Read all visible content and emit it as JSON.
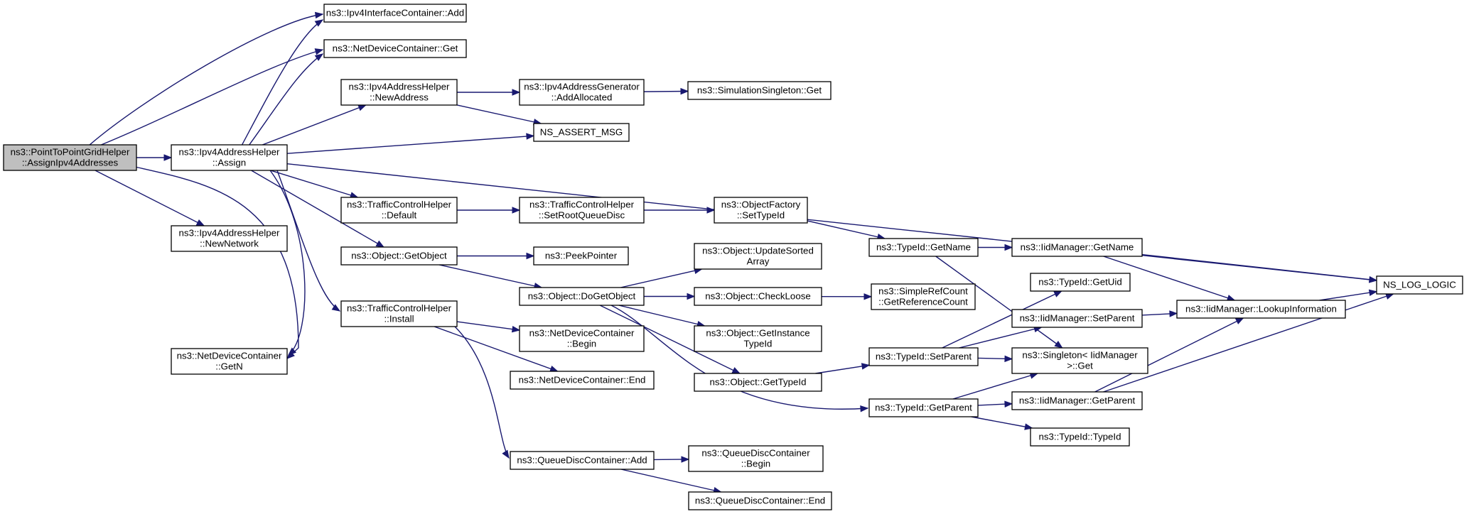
{
  "colors": {
    "edge": "#191970",
    "root_fill": "#bfbfbf",
    "node_fill": "#ffffff",
    "border": "#000000"
  },
  "nodes": [
    {
      "id": "root",
      "lines": [
        "ns3::PointToPointGridHelper",
        "::AssignIpv4Addresses"
      ],
      "root": true
    },
    {
      "id": "assign",
      "lines": [
        "ns3::Ipv4AddressHelper",
        "::Assign"
      ]
    },
    {
      "id": "newnet",
      "lines": [
        "ns3::Ipv4AddressHelper",
        "::NewNetwork"
      ]
    },
    {
      "id": "getn",
      "lines": [
        "ns3::NetDeviceContainer",
        "::GetN"
      ]
    },
    {
      "id": "ifadd",
      "lines": [
        "ns3::Ipv4InterfaceContainer::Add"
      ]
    },
    {
      "id": "ndget",
      "lines": [
        "ns3::NetDeviceContainer::Get"
      ]
    },
    {
      "id": "newaddr",
      "lines": [
        "ns3::Ipv4AddressHelper",
        "::NewAddress"
      ]
    },
    {
      "id": "assertmsg",
      "lines": [
        "NS_ASSERT_MSG"
      ]
    },
    {
      "id": "tchdefault",
      "lines": [
        "ns3::TrafficControlHelper",
        "::Default"
      ]
    },
    {
      "id": "getobject",
      "lines": [
        "ns3::Object::GetObject"
      ]
    },
    {
      "id": "tchinstall",
      "lines": [
        "ns3::TrafficControlHelper",
        "::Install"
      ]
    },
    {
      "id": "addralloc",
      "lines": [
        "ns3::Ipv4AddressGenerator",
        "::AddAllocated"
      ]
    },
    {
      "id": "simget",
      "lines": [
        "ns3::SimulationSingleton::Get"
      ]
    },
    {
      "id": "setroot",
      "lines": [
        "ns3::TrafficControlHelper",
        "::SetRootQueueDisc"
      ]
    },
    {
      "id": "objfactory",
      "lines": [
        "ns3::ObjectFactory",
        "::SetTypeId"
      ]
    },
    {
      "id": "peek",
      "lines": [
        "ns3::PeekPointer"
      ]
    },
    {
      "id": "dogetobject",
      "lines": [
        "ns3::Object::DoGetObject"
      ]
    },
    {
      "id": "ndbegin",
      "lines": [
        "ns3::NetDeviceContainer",
        "::Begin"
      ]
    },
    {
      "id": "ndend",
      "lines": [
        "ns3::NetDeviceContainer::End"
      ]
    },
    {
      "id": "qdcadd",
      "lines": [
        "ns3::QueueDiscContainer::Add"
      ]
    },
    {
      "id": "updsorted",
      "lines": [
        "ns3::Object::UpdateSorted",
        "Array"
      ]
    },
    {
      "id": "checkloose",
      "lines": [
        "ns3::Object::CheckLoose"
      ]
    },
    {
      "id": "getinst",
      "lines": [
        "ns3::Object::GetInstance",
        "TypeId"
      ]
    },
    {
      "id": "gettypeid",
      "lines": [
        "ns3::Object::GetTypeId"
      ]
    },
    {
      "id": "qdcbegin",
      "lines": [
        "ns3::QueueDiscContainer",
        "::Begin"
      ]
    },
    {
      "id": "qdcend",
      "lines": [
        "ns3::QueueDiscContainer::End"
      ]
    },
    {
      "id": "tidgetname",
      "lines": [
        "ns3::TypeId::GetName"
      ]
    },
    {
      "id": "simpleref",
      "lines": [
        "ns3::SimpleRefCount",
        "::GetReferenceCount"
      ]
    },
    {
      "id": "tidsetparent",
      "lines": [
        "ns3::TypeId::SetParent"
      ]
    },
    {
      "id": "tidgetparent",
      "lines": [
        "ns3::TypeId::GetParent"
      ]
    },
    {
      "id": "tidgetuid",
      "lines": [
        "ns3::TypeId::GetUid"
      ]
    },
    {
      "id": "singleton",
      "lines": [
        "ns3::Singleton< IidManager",
        ">::Get"
      ]
    },
    {
      "id": "tidtypeid",
      "lines": [
        "ns3::TypeId::TypeId"
      ]
    },
    {
      "id": "iidgetname",
      "lines": [
        "ns3::IidManager::GetName"
      ]
    },
    {
      "id": "iidsetparent",
      "lines": [
        "ns3::IidManager::SetParent"
      ]
    },
    {
      "id": "iidgetparent",
      "lines": [
        "ns3::IidManager::GetParent"
      ]
    },
    {
      "id": "iidlookup",
      "lines": [
        "ns3::IidManager::LookupInformation"
      ]
    },
    {
      "id": "nslog",
      "lines": [
        "NS_LOG_LOGIC"
      ]
    }
  ],
  "edges": [
    [
      "root",
      "ifadd"
    ],
    [
      "root",
      "ndget"
    ],
    [
      "root",
      "assign"
    ],
    [
      "root",
      "newnet"
    ],
    [
      "root",
      "getn"
    ],
    [
      "assign",
      "ifadd"
    ],
    [
      "assign",
      "ndget"
    ],
    [
      "assign",
      "newaddr"
    ],
    [
      "assign",
      "assertmsg"
    ],
    [
      "assign",
      "nslog"
    ],
    [
      "assign",
      "tchdefault"
    ],
    [
      "assign",
      "getobject"
    ],
    [
      "assign",
      "tchinstall"
    ],
    [
      "assign",
      "getn"
    ],
    [
      "newaddr",
      "addralloc"
    ],
    [
      "newaddr",
      "assertmsg"
    ],
    [
      "addralloc",
      "simget"
    ],
    [
      "tchdefault",
      "setroot"
    ],
    [
      "setroot",
      "objfactory"
    ],
    [
      "objfactory",
      "tidgetname"
    ],
    [
      "getobject",
      "peek"
    ],
    [
      "getobject",
      "dogetobject"
    ],
    [
      "tchinstall",
      "ndbegin"
    ],
    [
      "tchinstall",
      "ndend"
    ],
    [
      "tchinstall",
      "qdcadd"
    ],
    [
      "dogetobject",
      "updsorted"
    ],
    [
      "dogetobject",
      "checkloose"
    ],
    [
      "dogetobject",
      "getinst"
    ],
    [
      "dogetobject",
      "gettypeid"
    ],
    [
      "dogetobject",
      "tidgetparent"
    ],
    [
      "checkloose",
      "simpleref"
    ],
    [
      "gettypeid",
      "tidsetparent"
    ],
    [
      "qdcadd",
      "qdcbegin"
    ],
    [
      "qdcadd",
      "qdcend"
    ],
    [
      "tidgetname",
      "iidgetname"
    ],
    [
      "tidgetname",
      "singleton"
    ],
    [
      "tidsetparent",
      "tidgetuid"
    ],
    [
      "tidsetparent",
      "iidsetparent"
    ],
    [
      "tidsetparent",
      "singleton"
    ],
    [
      "tidgetparent",
      "singleton"
    ],
    [
      "tidgetparent",
      "iidgetparent"
    ],
    [
      "tidgetparent",
      "tidtypeid"
    ],
    [
      "iidgetname",
      "iidlookup"
    ],
    [
      "iidgetname",
      "nslog"
    ],
    [
      "iidsetparent",
      "iidlookup"
    ],
    [
      "iidgetparent",
      "iidlookup"
    ],
    [
      "iidgetparent",
      "nslog"
    ],
    [
      "iidlookup",
      "nslog"
    ]
  ]
}
